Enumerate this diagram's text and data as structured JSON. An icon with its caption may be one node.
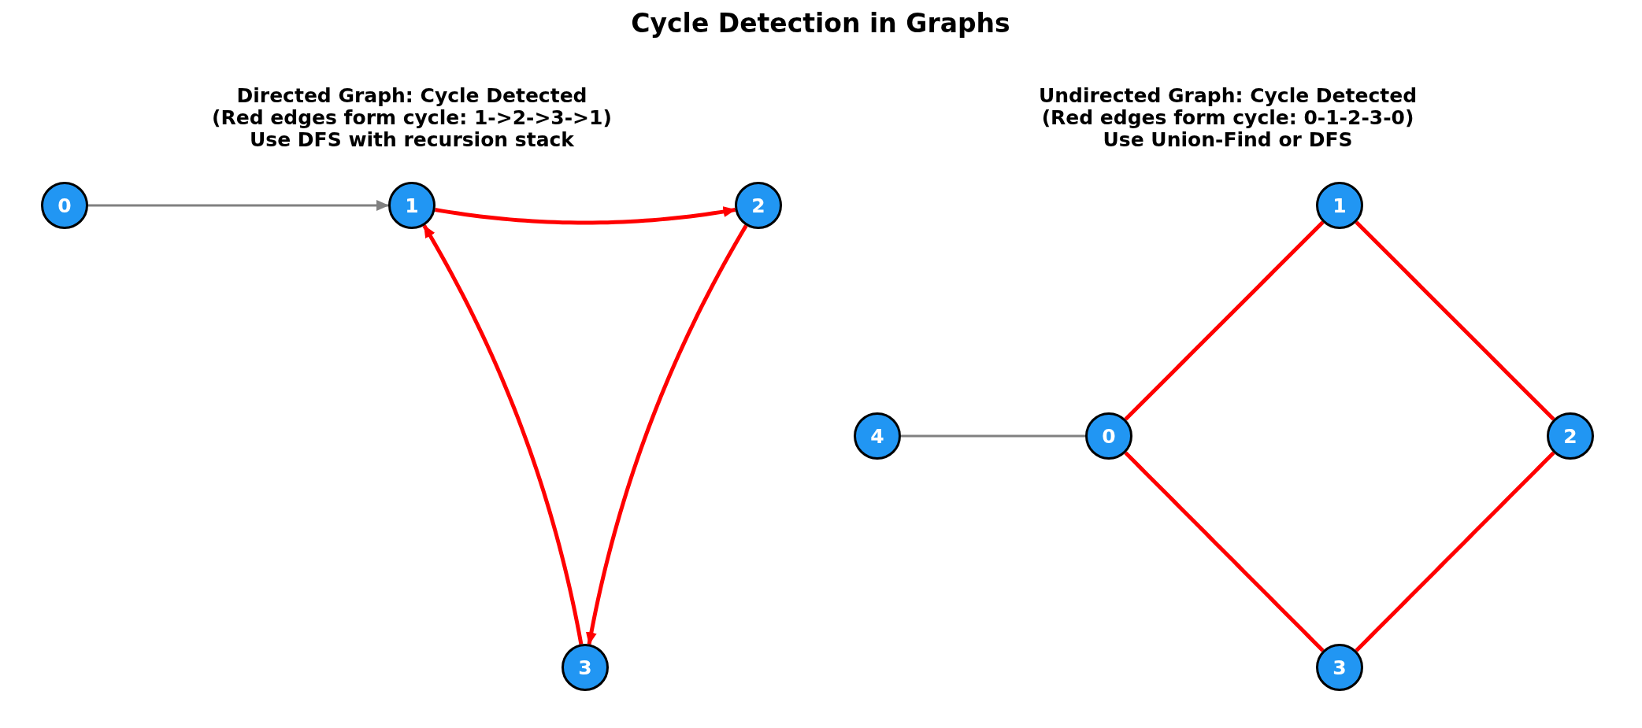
{
  "diagram": {
    "title": "Cycle Detection in Graphs",
    "nodes": [
      {
        "text": [
          "0"
        ]
      },
      {
        "text": [
          "1"
        ]
      },
      {
        "text": [
          "2"
        ]
      },
      {
        "text": [
          "3"
        ]
      },
      {
        "text": [
          "1"
        ]
      },
      {
        "text": [
          "4"
        ]
      },
      {
        "text": [
          "0"
        ]
      },
      {
        "text": [
          "2"
        ]
      },
      {
        "text": [
          "3"
        ]
      }
    ],
    "edges": [
      {
        "from": 0,
        "to": 1,
        "arrow": "to",
        "color": "#808080"
      },
      {
        "from": 1,
        "to": 2,
        "arrow": "to"
      },
      {
        "from": 2,
        "to": 3,
        "arrow": "to"
      },
      {
        "from": 3,
        "to": 1,
        "arrow": "to"
      },
      {
        "from": 6,
        "to": 4,
        "arrow": "none"
      },
      {
        "from": 4,
        "to": 7,
        "arrow": "none"
      },
      {
        "from": 7,
        "to": 8,
        "arrow": "none"
      },
      {
        "from": 8,
        "to": 6,
        "arrow": "none"
      },
      {
        "from": 6,
        "to": 5,
        "arrow": "none",
        "color": "#808080"
      }
    ],
    "labels": [
      "Directed Graph: Cycle Detected",
      "(Red edges form cycle: 1->2->3->1)",
      "Use DFS with recursion stack",
      "Undirected Graph: Cycle Detected",
      "(Red edges form cycle: 0-1-2-3-0)",
      "Use Union-Find or DFS"
    ]
  }
}
